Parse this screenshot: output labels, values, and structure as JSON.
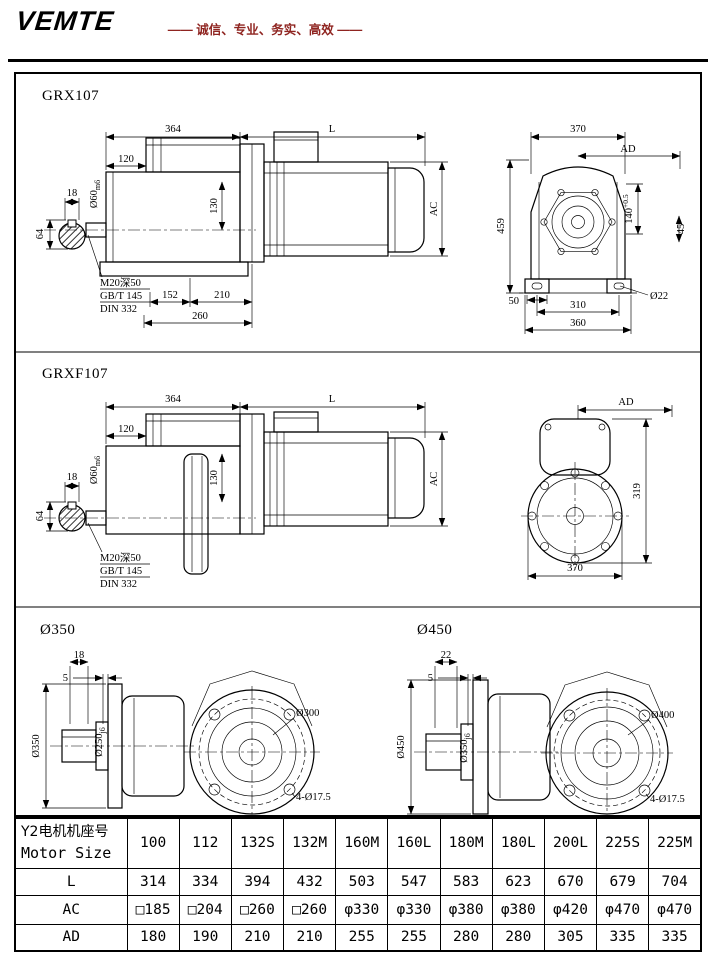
{
  "header": {
    "brand": "VEMTE",
    "slogan": "—— 诚信、专业、务实、高效 ——"
  },
  "grx107": {
    "title": "GRX107",
    "dims": {
      "d364": "364",
      "dL": "L",
      "d120": "120",
      "shaft_dia": "Ø60",
      "shaft_fit": "m6",
      "d130": "130",
      "dAC": "AC",
      "d18": "18",
      "d64": "64",
      "note1": "M20深50",
      "note2": "GB/T 145",
      "note3": "DIN 332",
      "d152": "152",
      "d210": "210",
      "d260": "260",
      "d370": "370",
      "dAD": "AD",
      "d459": "459",
      "d140": "140",
      "d140tol": "+0.5",
      "d45": "45",
      "d50": "50",
      "d310": "310",
      "d360": "360",
      "dia22": "Ø22"
    }
  },
  "grxf107": {
    "title": "GRXF107",
    "dims": {
      "d364": "364",
      "dL": "L",
      "d120": "120",
      "shaft_dia": "Ø60",
      "shaft_fit": "m6",
      "d130": "130",
      "dAC": "AC",
      "d18": "18",
      "d64": "64",
      "note1": "M20深50",
      "note2": "GB/T 145",
      "note3": "DIN 332",
      "dAD": "AD",
      "d319": "319",
      "d370": "370"
    }
  },
  "flange350": {
    "title": "Ø350",
    "dims": {
      "d18": "18",
      "d5": "5",
      "dia_outer": "Ø350",
      "dia_spigot": "Ø250",
      "spigot_fit": "j6",
      "dia_bolt_circle": "Ø300",
      "bolt_holes": "4-Ø17.5"
    }
  },
  "flange450": {
    "title": "Ø450",
    "dims": {
      "d22": "22",
      "d5": "5",
      "dia_outer": "Ø450",
      "dia_spigot": "Ø350",
      "spigot_fit": "j6",
      "dia_bolt_circle": "Ø400",
      "bolt_holes": "4-Ø17.5"
    }
  },
  "table": {
    "motor_label_cn": "Y2电机机座号",
    "motor_label_en": "Motor Size",
    "sizes": [
      "100",
      "112",
      "132S",
      "132M",
      "160M",
      "160L",
      "180M",
      "180L",
      "200L",
      "225S",
      "225M"
    ],
    "rows": [
      {
        "label": "L",
        "values": [
          "314",
          "334",
          "394",
          "432",
          "503",
          "547",
          "583",
          "623",
          "670",
          "679",
          "704"
        ]
      },
      {
        "label": "AC",
        "values": [
          "□185",
          "□204",
          "□260",
          "□260",
          "φ330",
          "φ330",
          "φ380",
          "φ380",
          "φ420",
          "φ470",
          "φ470"
        ]
      },
      {
        "label": "AD",
        "values": [
          "180",
          "190",
          "210",
          "210",
          "255",
          "255",
          "280",
          "280",
          "305",
          "335",
          "335"
        ]
      }
    ]
  }
}
